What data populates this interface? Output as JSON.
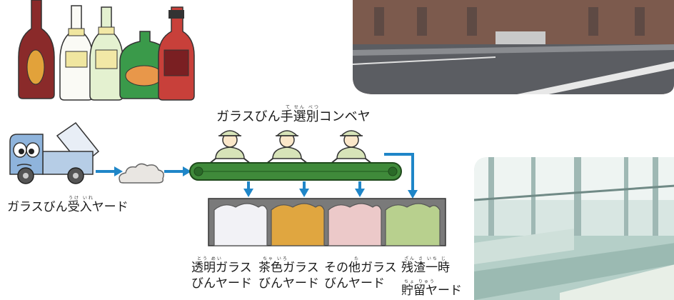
{
  "labels": {
    "conveyor": "ガラスびん手選別コンベヤ",
    "conveyor_ruby": "て せん べつ",
    "receiving_yard": "ガラスびん受入ヤード",
    "receiving_ruby": "うけ いれ",
    "clear_line1": "透明ガラス",
    "clear_line2": "びんヤード",
    "clear_ruby": "とう めい",
    "brown_line1": "茶色ガラス",
    "brown_line2": "びんヤード",
    "brown_ruby": "ちゃ いろ",
    "other_line1": "その他ガラス",
    "other_line2": "びんヤード",
    "other_ruby": "た",
    "residue_line1": "残渣一時",
    "residue_line2": "貯留ヤード",
    "residue_ruby1": "ざん さ いち じ",
    "residue_ruby2": "ちょ りゅう"
  },
  "colors": {
    "arrow": "#1f86c8",
    "conveyor": "#3f8a3a",
    "bin_frame": "#6d6d6d",
    "clear_fill": "#f2f2f6",
    "brown_fill": "#e0a640",
    "other_fill": "#ecc9c9",
    "residue_fill": "#b8d08e"
  }
}
